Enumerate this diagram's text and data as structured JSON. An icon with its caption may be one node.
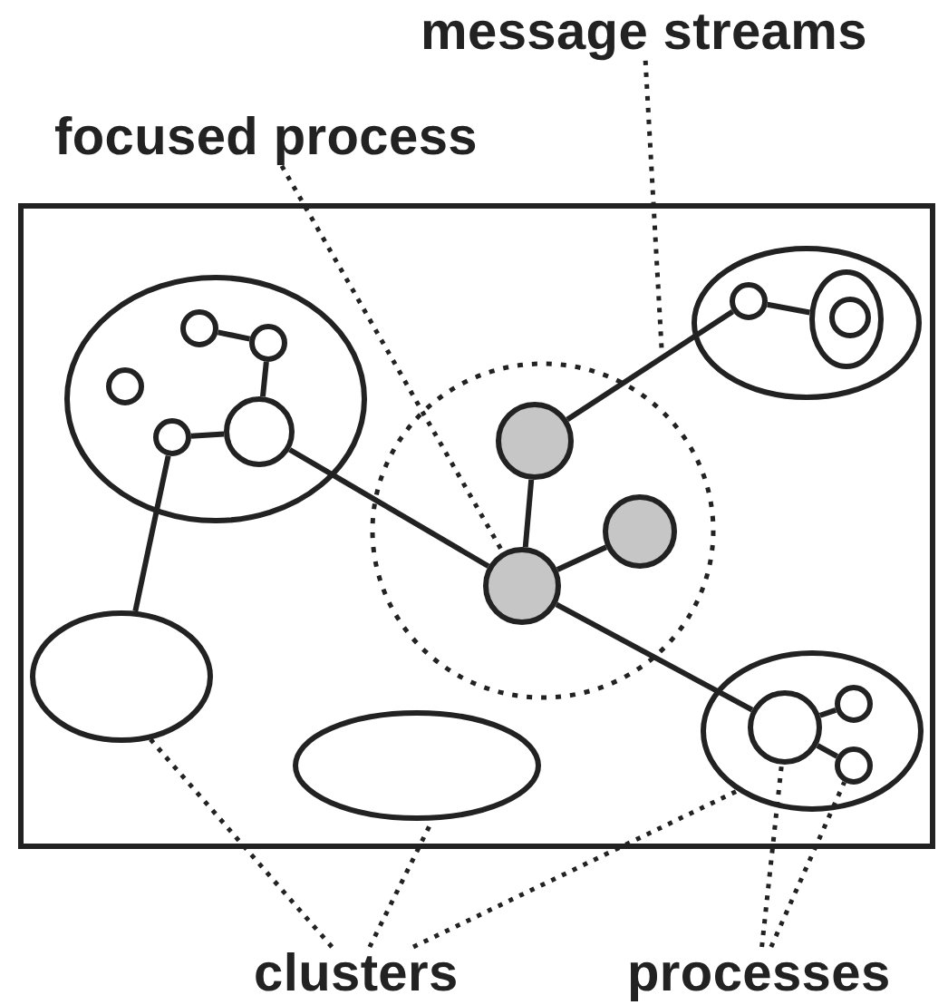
{
  "diagram": {
    "nodes": [
      {
        "text": [
          "message streams"
        ]
      },
      {
        "text": [
          "focused process"
        ]
      },
      {
        "text": [],
        "shape": "box"
      },
      {
        "text": [],
        "shape": "ellipse",
        "in": 2
      },
      {
        "text": [],
        "shape": "circle",
        "in": 3
      },
      {
        "text": [],
        "shape": "circle",
        "in": 3
      },
      {
        "text": [],
        "shape": "circle",
        "in": 3
      },
      {
        "text": [],
        "shape": "circle",
        "in": 3
      },
      {
        "text": [],
        "shape": "circle",
        "in": 3
      },
      {
        "text": [],
        "shape": "circle",
        "in": 2
      },
      {
        "text": [],
        "shape": "ellipse",
        "in": 2
      },
      {
        "text": [],
        "shape": "circle",
        "in": 10
      },
      {
        "text": [],
        "shape": "ellipse",
        "in": 10
      },
      {
        "text": [],
        "shape": "circle",
        "in": 12
      },
      {
        "text": [],
        "shape": "circle",
        "in": 9
      },
      {
        "text": [],
        "shape": "circle",
        "in": 9
      },
      {
        "text": [],
        "shape": "circle",
        "in": 9
      },
      {
        "text": [],
        "shape": "ellipse",
        "in": 2
      },
      {
        "text": [],
        "shape": "ellipse",
        "in": 2
      },
      {
        "text": [],
        "shape": "ellipse",
        "in": 2
      },
      {
        "text": [],
        "shape": "circle",
        "in": 19
      },
      {
        "text": [],
        "shape": "circle",
        "in": 19
      },
      {
        "text": [],
        "shape": "circle",
        "in": 19
      },
      {
        "text": [
          "clusters"
        ]
      },
      {
        "text": [
          "processes"
        ]
      }
    ],
    "edges": [
      {
        "from": 4,
        "to": 5,
        "arrow": "none"
      },
      {
        "from": 5,
        "to": 8,
        "arrow": "none"
      },
      {
        "from": 7,
        "to": 8,
        "arrow": "none"
      },
      {
        "from": 7,
        "to": 17,
        "arrow": "none"
      },
      {
        "from": 8,
        "to": 16,
        "arrow": "none"
      },
      {
        "from": 16,
        "to": 14,
        "arrow": "none"
      },
      {
        "from": 14,
        "to": 11,
        "arrow": "none"
      },
      {
        "from": 11,
        "to": 12,
        "arrow": "none"
      },
      {
        "from": 16,
        "to": 15,
        "arrow": "none"
      },
      {
        "from": 16,
        "to": 20,
        "arrow": "none"
      },
      {
        "from": 20,
        "to": 21,
        "arrow": "none"
      },
      {
        "from": 20,
        "to": 22,
        "arrow": "none"
      },
      {
        "from": 0,
        "to": null,
        "arrow": "none",
        "style": "dashed"
      },
      {
        "from": 1,
        "to": 16,
        "arrow": "none",
        "style": "dashed"
      },
      {
        "from": 23,
        "to": 17,
        "arrow": "none",
        "style": "dashed"
      },
      {
        "from": 23,
        "to": 18,
        "arrow": "none",
        "style": "dashed"
      },
      {
        "from": 23,
        "to": 19,
        "arrow": "none",
        "style": "dashed"
      },
      {
        "from": 24,
        "to": 20,
        "arrow": "none",
        "style": "dashed"
      },
      {
        "from": 24,
        "to": 22,
        "arrow": "none",
        "style": "dashed"
      }
    ]
  }
}
